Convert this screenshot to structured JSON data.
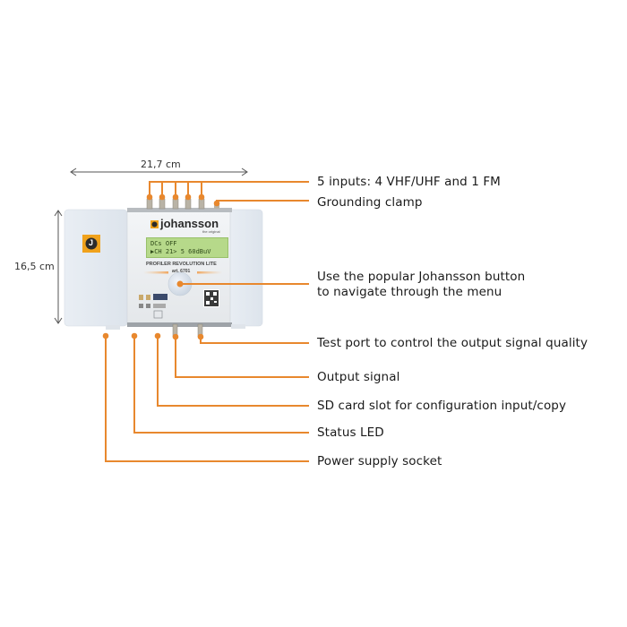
{
  "dimensions": {
    "width": "21,7 cm",
    "height": "16,5 cm"
  },
  "device": {
    "brand": "johansson",
    "tagline": "the original",
    "logo_letter": "J",
    "model_name": "PROFILER REVOLUTION LITE",
    "article_number": "art. 6701",
    "lcd_line1": "DCs  OFF",
    "lcd_line2": "▶CH  21> 5 60dBuV"
  },
  "callouts": [
    {
      "id": "inputs",
      "text": "5 inputs: 4 VHF/UHF and 1 FM"
    },
    {
      "id": "grounding",
      "text": "Grounding clamp"
    },
    {
      "id": "button_line1",
      "text": "Use the popular Johansson button"
    },
    {
      "id": "button_line2",
      "text": "to navigate through the menu"
    },
    {
      "id": "test_port",
      "text": "Test port to control the output signal quality"
    },
    {
      "id": "output",
      "text": "Output signal"
    },
    {
      "id": "sd_card",
      "text": "SD card slot for configuration input/copy"
    },
    {
      "id": "status_led",
      "text": "Status LED"
    },
    {
      "id": "power",
      "text": "Power supply socket"
    }
  ],
  "colors": {
    "accent": "#e8882e",
    "brand_orange": "#f0a21c",
    "lcd_green": "#b6d98a",
    "device_body": "#e6ecf2",
    "dimension_line": "#555555"
  }
}
